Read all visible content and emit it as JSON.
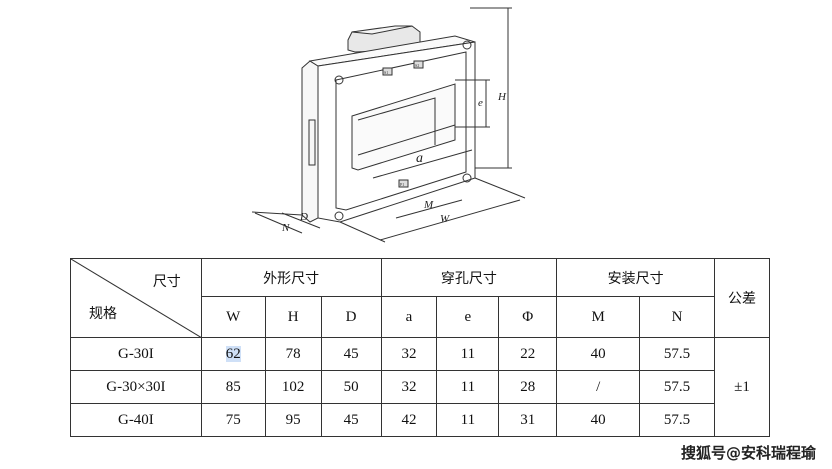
{
  "diagram": {
    "dimension_labels": {
      "a": "a",
      "e": "e",
      "H": "H",
      "M": "M",
      "W": "W",
      "D": "D",
      "N": "N"
    },
    "terminal_labels": {
      "s1": "S1",
      "s2": "S2",
      "p1": "P1"
    }
  },
  "table": {
    "corner_top": "尺寸",
    "corner_bottom": "规格",
    "groups": [
      "外形尺寸",
      "穿孔尺寸",
      "安装尺寸"
    ],
    "tolerance_header": "公差",
    "subheaders": [
      "W",
      "H",
      "D",
      "a",
      "e",
      "Φ",
      "M",
      "N"
    ],
    "rows": [
      {
        "model": "G-30I",
        "values": [
          "62",
          "78",
          "45",
          "32",
          "11",
          "22",
          "40",
          "57.5"
        ]
      },
      {
        "model": "G-30×30I",
        "values": [
          "85",
          "102",
          "50",
          "32",
          "11",
          "28",
          "/",
          "57.5"
        ]
      },
      {
        "model": "G-40I",
        "values": [
          "75",
          "95",
          "45",
          "42",
          "11",
          "31",
          "40",
          "57.5"
        ]
      }
    ],
    "tolerance": "±1"
  },
  "watermark": "搜狐号@安科瑞程瑜"
}
